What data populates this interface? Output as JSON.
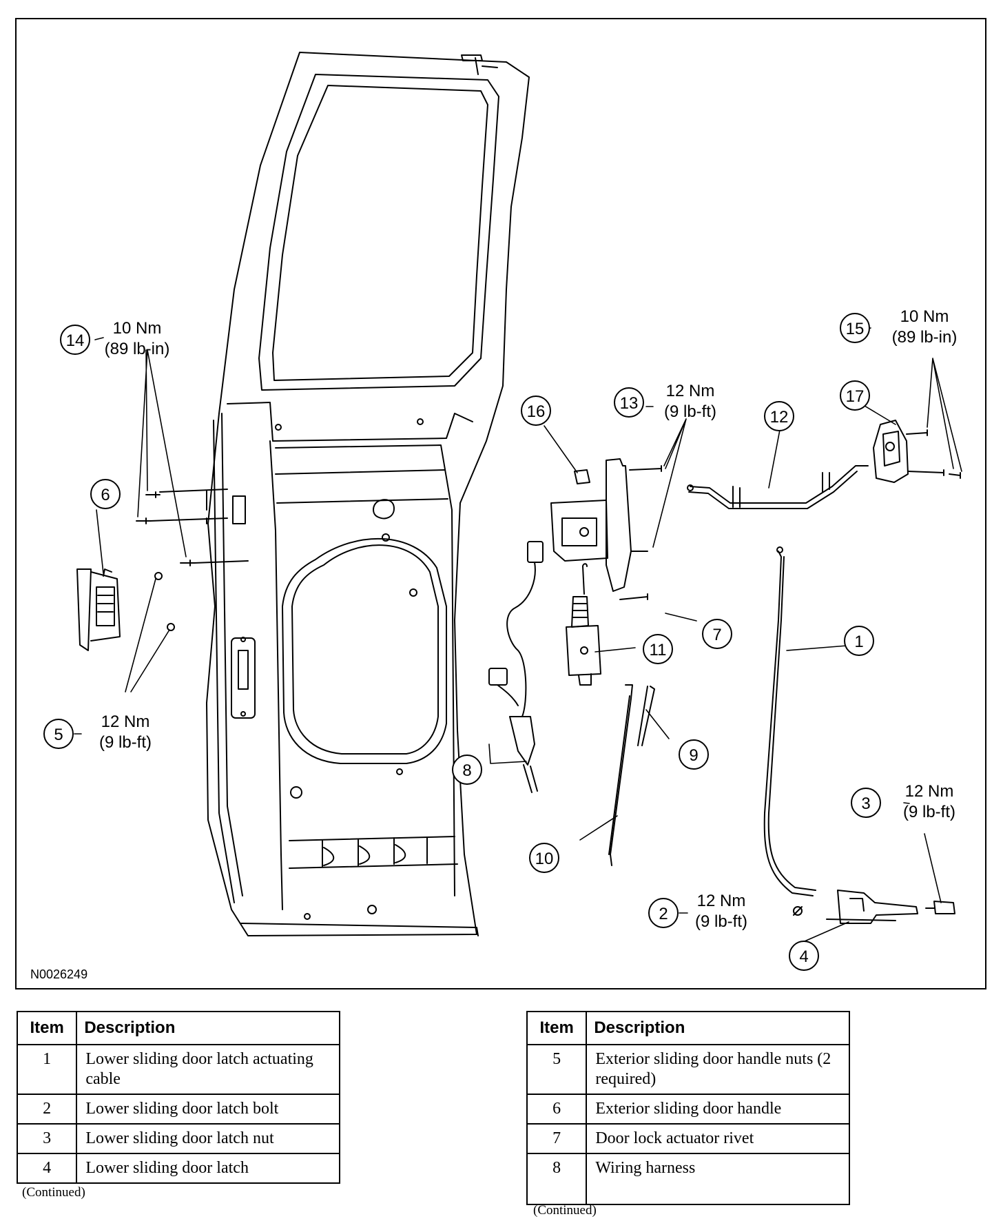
{
  "figure_id": "N0026249",
  "callouts": {
    "c1": "1",
    "c2": "2",
    "c3": "3",
    "c4": "4",
    "c5": "5",
    "c6": "6",
    "c7": "7",
    "c8": "8",
    "c9": "9",
    "c10": "10",
    "c11": "11",
    "c12": "12",
    "c13": "13",
    "c14": "14",
    "c15": "15",
    "c16": "16",
    "c17": "17"
  },
  "torque_specs": {
    "t14_metric": "10 Nm",
    "t14_imperial": "(89 lb-in)",
    "t15_metric": "10 Nm",
    "t15_imperial": "(89 lb-in)",
    "t13_metric": "12 Nm",
    "t13_imperial": "(9 lb-ft)",
    "t5_metric": "12 Nm",
    "t5_imperial": "(9 lb-ft)",
    "t3_metric": "12 Nm",
    "t3_imperial": "(9 lb-ft)",
    "t2_metric": "12 Nm",
    "t2_imperial": "(9 lb-ft)"
  },
  "table_headers": {
    "item": "Item",
    "description": "Description"
  },
  "left_table": {
    "rows": [
      {
        "item": "1",
        "desc": "Lower sliding door latch actuating cable"
      },
      {
        "item": "2",
        "desc": "Lower sliding door latch bolt"
      },
      {
        "item": "3",
        "desc": "Lower sliding door latch nut"
      },
      {
        "item": "4",
        "desc": "Lower sliding door latch"
      }
    ],
    "continued": "(Continued)"
  },
  "right_table": {
    "rows": [
      {
        "item": "5",
        "desc": "Exterior sliding door handle nuts (2 required)"
      },
      {
        "item": "6",
        "desc": "Exterior sliding door handle"
      },
      {
        "item": "7",
        "desc": "Door lock actuator rivet"
      },
      {
        "item": "8",
        "desc": "Wiring harness"
      }
    ],
    "continued": "(Continued)"
  }
}
